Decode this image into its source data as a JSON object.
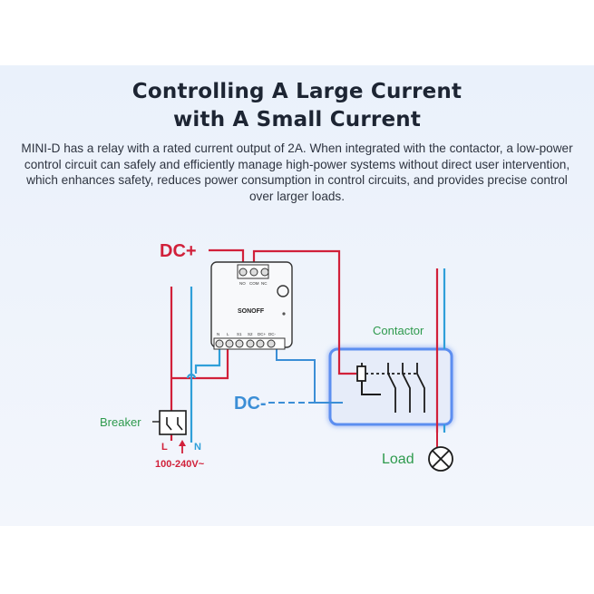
{
  "heading": {
    "line1": "Controlling A Large Current",
    "line2": "with A Small Current"
  },
  "description": "MINI-D has a relay with a rated current output of 2A. When integrated with the contactor, a low-power control circuit can safely and efficiently manage high-power systems without direct user intervention, which enhances safety, reduces power consumption in control circuits, and provides precise control over larger loads.",
  "diagram": {
    "dc_plus": "DC+",
    "dc_minus": "DC-",
    "contactor": "Contactor",
    "breaker": "Breaker",
    "load": "Load",
    "live": "L",
    "neutral": "N",
    "voltage": "100-240V~",
    "device": {
      "brand": "SONOFF",
      "top_terminals": [
        "NO",
        "COM",
        "NC"
      ],
      "bottom_terminals": [
        "N",
        "L",
        "S1",
        "S2",
        "DC+",
        "DC-"
      ]
    }
  },
  "colors": {
    "live_wire": "#d1203a",
    "neutral_wire": "#2f9fd9",
    "dc_minus_wire": "#3b8ed6",
    "label_green": "#2e9a4d",
    "contactor_glow": "#5b8ef0",
    "black_wire": "#1c1c1c"
  }
}
